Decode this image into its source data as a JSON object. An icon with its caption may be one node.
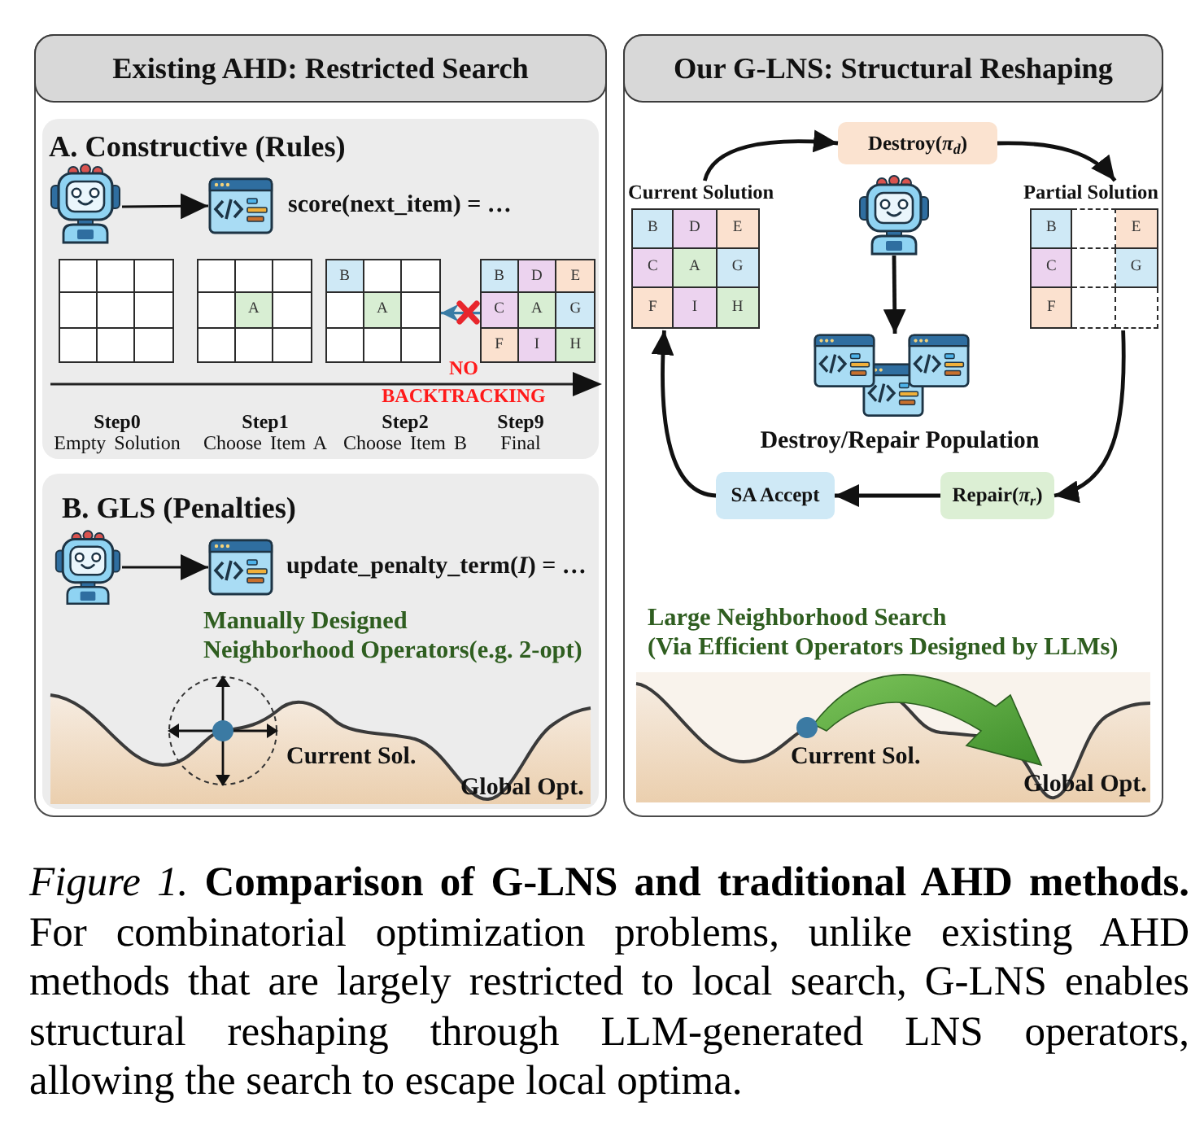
{
  "diagram": {
    "nodes": [
      {
        "text": [
          "Existing AHD: Restricted Search"
        ]
      },
      {
        "text": [
          "A. Constructive (Rules)"
        ],
        "in": 0
      },
      {
        "text": [],
        "shape": "picture",
        "in": 1
      },
      {
        "text": [],
        "shape": "picture",
        "in": 1,
        "beside": [
          "score(next_item) = …"
        ]
      },
      {
        "text": [],
        "shape": "box",
        "in": 1,
        "beside": [
          "Step0",
          "Empty Solution"
        ]
      },
      {
        "text": [
          "A"
        ],
        "in": 1,
        "beside": [
          "Step1",
          "Choose Item A"
        ]
      },
      {
        "text": [
          "B",
          "A"
        ],
        "in": 1,
        "beside": [
          "Step2",
          "Choose Item B"
        ]
      },
      {
        "text": [
          "B",
          "D",
          "E",
          "C",
          "A",
          "G",
          "F",
          "I",
          "H"
        ],
        "in": 1,
        "beside": [
          "Step9",
          "Final"
        ]
      },
      {
        "text": [
          "B. GLS (Penalties)"
        ],
        "in": 0
      },
      {
        "text": [],
        "shape": "picture",
        "in": 8
      },
      {
        "text": [],
        "shape": "picture",
        "in": 8,
        "beside": [
          "update_penalty_term(*I*) = …"
        ]
      },
      {
        "text": [
          "Our G-LNS: Structural Reshaping"
        ]
      },
      {
        "text": [
          "Destroy(*π*$_{d}$)"
        ],
        "in": 11
      },
      {
        "text": [
          "Current Solution",
          "B",
          "D",
          "E",
          "C",
          "A",
          "G",
          "F",
          "I",
          "H"
        ],
        "in": 11
      },
      {
        "text": [],
        "shape": "picture",
        "in": 11
      },
      {
        "text": [
          "Partial Solution",
          "B",
          "E",
          "C",
          "G",
          "F"
        ],
        "in": 11
      },
      {
        "text": [
          "Destroy/Repair Population"
        ],
        "in": 11
      },
      {
        "text": [
          "SA Accept"
        ],
        "in": 11
      },
      {
        "text": [
          "Repair(*π*$_{r}$)"
        ],
        "in": 11
      }
    ],
    "edges": [
      {
        "from": 2,
        "to": 3,
        "arrow": "to"
      },
      {
        "from": 7,
        "to": 6,
        "arrow": "to",
        "color": "#3a7ca5"
      },
      {
        "from": 9,
        "to": 10,
        "arrow": "to"
      },
      {
        "from": 13,
        "to": 12,
        "arrow": "to"
      },
      {
        "from": 12,
        "to": 15,
        "arrow": "to"
      },
      {
        "from": 14,
        "to": 16,
        "arrow": "to"
      },
      {
        "from": 15,
        "to": 18,
        "arrow": "to"
      },
      {
        "from": 18,
        "to": 17,
        "arrow": "to"
      },
      {
        "from": 17,
        "to": 13,
        "arrow": "to"
      }
    ],
    "labels": [
      "NO BACKTRACKING",
      "Manually Designed",
      "Neighborhood Operators(e.g. 2-opt)",
      "Current Sol.",
      "Global Opt.",
      "Large Neighborhood Search",
      "(Via Efficient Operators Designed by LLMs)",
      "Current Sol.",
      "Global Opt."
    ],
    "caption": "*Figure 1.* **Comparison of G-LNS and traditional AHD methods.** For combinatorial optimization problems, unlike existing AHD methods that are largely restricted to local search, G-LNS enables structural reshaping through LLM-generated LNS operators, allowing the search to escape local optima."
  }
}
